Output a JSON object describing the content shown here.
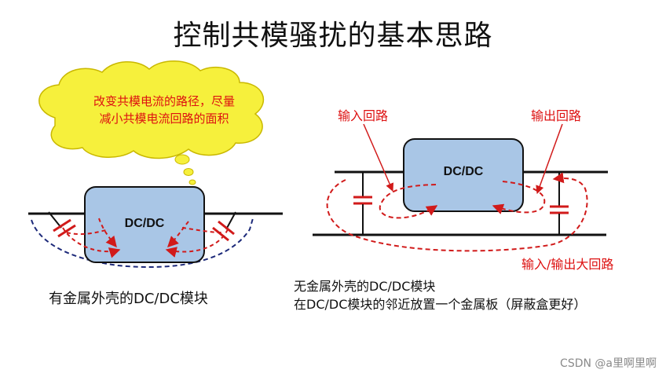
{
  "title": "控制共模骚扰的基本思路",
  "left_panel": {
    "cloud_text_line1": "改变共模电流的路径，尽量",
    "cloud_text_line2": "减小共模电流回路的面积",
    "box_label": "DC/DC",
    "caption": "有金属外壳的DC/DC模块"
  },
  "right_panel": {
    "box_label": "DC/DC",
    "input_loop_label": "输入回路",
    "output_loop_label": "输出回路",
    "big_loop_label": "输入/输出大回路",
    "caption_line1": "无金属外壳的DC/DC模块",
    "caption_line2": "在DC/DC模块的邻近放置一个金属板（屏蔽盒更好）"
  },
  "watermark": "CSDN @a里啊里啊",
  "colors": {
    "box_fill": "#a9c6e6",
    "cloud_fill": "#f6f03c",
    "red": "#d11a1a",
    "navy": "#1d2a7a"
  }
}
